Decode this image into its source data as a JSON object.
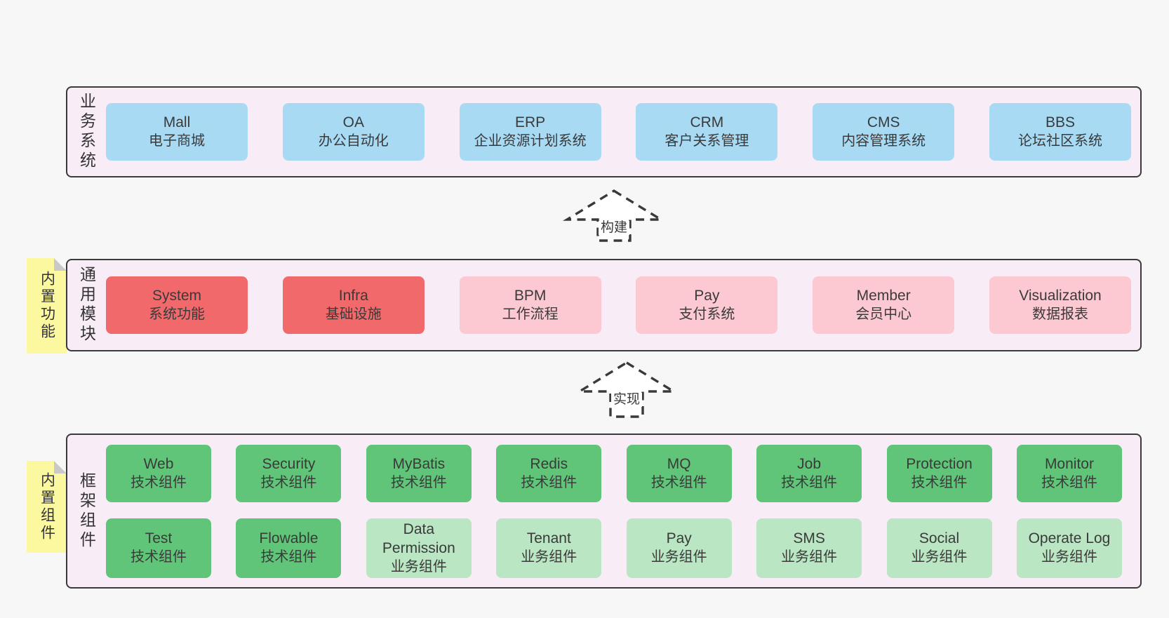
{
  "colors": {
    "page_bg": "#f7f7f7",
    "container_bg": "#f8edf7",
    "container_border": "#3a3a3a",
    "box_blue": "#a8daf4",
    "box_red": "#f2696b",
    "box_pink": "#fcc9d3",
    "box_green": "#60c578",
    "box_green_light": "#bae6c3",
    "note_yellow": "#fbf8a0",
    "note_fold_gray": "#c9c9c9",
    "text": "#3a3a3a"
  },
  "sections": {
    "business": {
      "label": "业务系统",
      "boxes": [
        {
          "en": "Mall",
          "zh": "电子商城"
        },
        {
          "en": "OA",
          "zh": "办公自动化"
        },
        {
          "en": "ERP",
          "zh": "企业资源计划系统"
        },
        {
          "en": "CRM",
          "zh": "客户关系管理"
        },
        {
          "en": "CMS",
          "zh": "内容管理系统"
        },
        {
          "en": "BBS",
          "zh": "论坛社区系统"
        }
      ]
    },
    "modules": {
      "label": "通用模块",
      "note": "内置功能",
      "boxes": [
        {
          "en": "System",
          "zh": "系统功能"
        },
        {
          "en": "Infra",
          "zh": "基础设施"
        },
        {
          "en": "BPM",
          "zh": "工作流程"
        },
        {
          "en": "Pay",
          "zh": "支付系统"
        },
        {
          "en": "Member",
          "zh": "会员中心"
        },
        {
          "en": "Visualization",
          "zh": "数据报表"
        }
      ]
    },
    "components": {
      "label": "框架组件",
      "note": "内置组件",
      "rows": [
        [
          {
            "en": "Web",
            "zh": "技术组件"
          },
          {
            "en": "Security",
            "zh": "技术组件"
          },
          {
            "en": "MyBatis",
            "zh": "技术组件"
          },
          {
            "en": "Redis",
            "zh": "技术组件"
          },
          {
            "en": "MQ",
            "zh": "技术组件"
          },
          {
            "en": "Job",
            "zh": "技术组件"
          },
          {
            "en": "Protection",
            "zh": "技术组件"
          },
          {
            "en": "Monitor",
            "zh": "技术组件"
          }
        ],
        [
          {
            "en": "Test",
            "zh": "技术组件"
          },
          {
            "en": "Flowable",
            "zh": "技术组件"
          },
          {
            "en": "Data Permission",
            "zh": "业务组件"
          },
          {
            "en": "Tenant",
            "zh": "业务组件"
          },
          {
            "en": "Pay",
            "zh": "业务组件"
          },
          {
            "en": "SMS",
            "zh": "业务组件"
          },
          {
            "en": "Social",
            "zh": "业务组件"
          },
          {
            "en": "Operate Log",
            "zh": "业务组件"
          }
        ]
      ]
    }
  },
  "arrows": [
    {
      "label": "构建"
    },
    {
      "label": "实现"
    }
  ]
}
